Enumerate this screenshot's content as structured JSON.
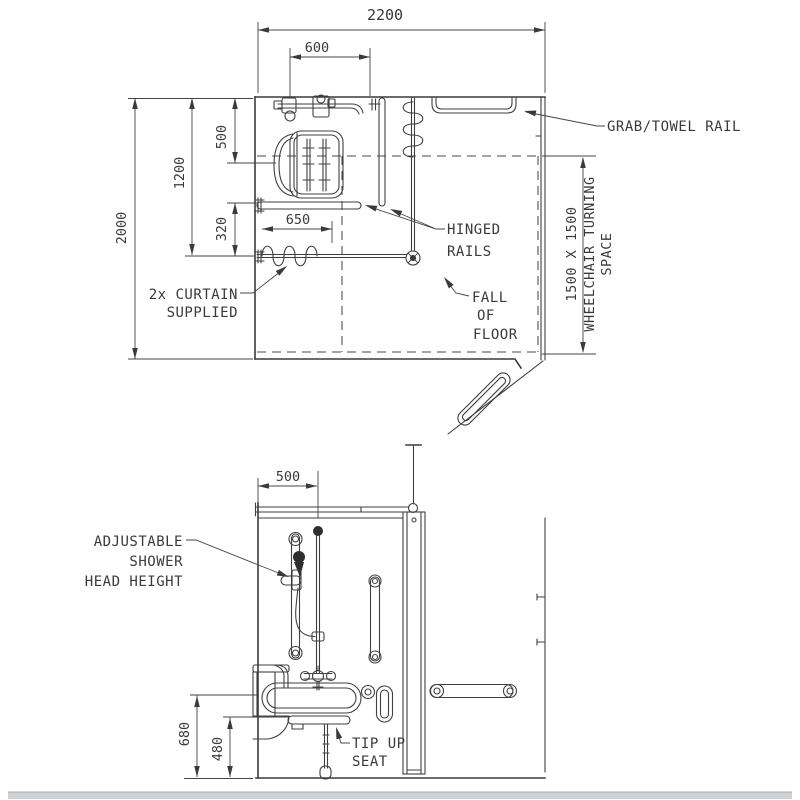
{
  "plan": {
    "dims": {
      "overall_width": "2200",
      "overall_depth": "2000",
      "shower_offset": "600",
      "seat_centre": "500",
      "rail_depth": "1200",
      "rail_gap": "320",
      "rail_length": "650",
      "turning_space": "1500 X 1500"
    },
    "labels": {
      "turning_space_line1": "WHEELCHAIR TURNING",
      "turning_space_line2": "SPACE",
      "grab_towel_rail": "GRAB/TOWEL RAIL",
      "hinged_rails_line1": "HINGED",
      "hinged_rails_line2": "RAILS",
      "fall_of_floor_line1": "FALL",
      "fall_of_floor_line2": "OF",
      "fall_of_floor_line3": "FLOOR",
      "curtain_line1": "2x CURTAIN",
      "curtain_line2": "SUPPLIED"
    }
  },
  "elevation": {
    "dims": {
      "shower_rail_offset": "500",
      "rail_height": "680",
      "seat_height": "480"
    },
    "labels": {
      "shower_line1": "ADJUSTABLE",
      "shower_line2": "SHOWER",
      "shower_line3": "HEAD HEIGHT",
      "seat_line1": "TIP UP",
      "seat_line2": "SEAT"
    }
  },
  "colors": {
    "line": "#3f3f3f",
    "text": "#3a3a3a",
    "ground": "#cdd1d4"
  }
}
